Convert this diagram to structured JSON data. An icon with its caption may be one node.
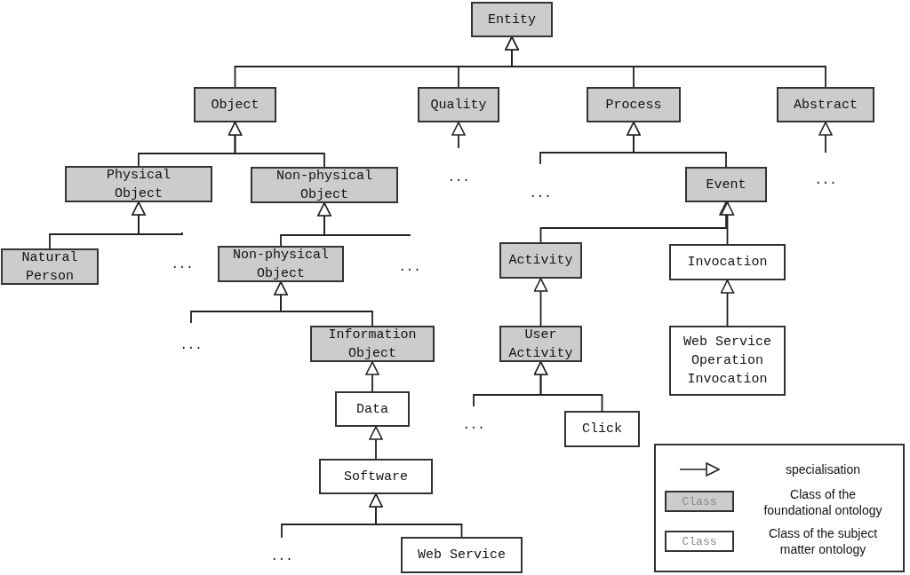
{
  "diagram": {
    "nodes": [
      {
        "text": [
          "Entity"
        ]
      },
      {
        "text": [
          "Object"
        ]
      },
      {
        "text": [
          "Quality"
        ]
      },
      {
        "text": [
          "Process"
        ]
      },
      {
        "text": [
          "Abstract"
        ]
      },
      {
        "text": [
          "Physical Object"
        ]
      },
      {
        "text": [
          "Non-physical Object"
        ]
      },
      {
        "text": [
          "..."
        ]
      },
      {
        "text": [
          "..."
        ]
      },
      {
        "text": [
          "Event"
        ]
      },
      {
        "text": [
          "..."
        ]
      },
      {
        "text": [
          "Natural Person"
        ]
      },
      {
        "text": [
          "..."
        ]
      },
      {
        "text": [
          "Non-physical Object"
        ]
      },
      {
        "text": [
          "..."
        ]
      },
      {
        "text": [
          "Activity"
        ]
      },
      {
        "text": [
          "Invocation"
        ]
      },
      {
        "text": [
          "..."
        ]
      },
      {
        "text": [
          "Information Object"
        ]
      },
      {
        "text": [
          "User Activity"
        ]
      },
      {
        "text": [
          "Web Service Operation Invocation"
        ]
      },
      {
        "text": [
          "Data"
        ]
      },
      {
        "text": [
          "..."
        ]
      },
      {
        "text": [
          "Click"
        ]
      },
      {
        "text": [
          "Software"
        ]
      },
      {
        "text": [
          "..."
        ]
      },
      {
        "text": [
          "Web Service"
        ]
      }
    ],
    "edges": [
      {
        "from": 1,
        "to": 0,
        "arrow": "to"
      },
      {
        "from": 2,
        "to": 0,
        "arrow": "to"
      },
      {
        "from": 3,
        "to": 0,
        "arrow": "to"
      },
      {
        "from": 4,
        "to": 0,
        "arrow": "to"
      },
      {
        "from": 5,
        "to": 1,
        "arrow": "to"
      },
      {
        "from": 6,
        "to": 1,
        "arrow": "to"
      },
      {
        "from": 7,
        "to": 2,
        "arrow": "to"
      },
      {
        "from": 8,
        "to": 3,
        "arrow": "to"
      },
      {
        "from": 9,
        "to": 3,
        "arrow": "to"
      },
      {
        "from": 10,
        "to": 4,
        "arrow": "to"
      },
      {
        "from": 11,
        "to": 5,
        "arrow": "to"
      },
      {
        "from": 12,
        "to": 5,
        "arrow": "to"
      },
      {
        "from": 13,
        "to": 6,
        "arrow": "to"
      },
      {
        "from": 14,
        "to": 6,
        "arrow": "to"
      },
      {
        "from": 15,
        "to": 9,
        "arrow": "to"
      },
      {
        "from": 16,
        "to": 9,
        "arrow": "to"
      },
      {
        "from": 17,
        "to": 13,
        "arrow": "to"
      },
      {
        "from": 18,
        "to": 13,
        "arrow": "to"
      },
      {
        "from": 19,
        "to": 15,
        "arrow": "to"
      },
      {
        "from": 20,
        "to": 16,
        "arrow": "to"
      },
      {
        "from": 21,
        "to": 18,
        "arrow": "to"
      },
      {
        "from": 22,
        "to": 19,
        "arrow": "to"
      },
      {
        "from": 23,
        "to": 19,
        "arrow": "to"
      },
      {
        "from": 24,
        "to": 21,
        "arrow": "to"
      },
      {
        "from": 25,
        "to": 24,
        "arrow": "to"
      },
      {
        "from": 26,
        "to": 24,
        "arrow": "to"
      }
    ],
    "labels": [
      "Class",
      "Class"
    ],
    "legend": [
      {
        "text": "specialisation"
      },
      {
        "text": "Class of the foundational ontology",
        "color": "#cccccc"
      },
      {
        "text": "Class of the subject matter ontology",
        "color": "#ffffff"
      }
    ]
  }
}
